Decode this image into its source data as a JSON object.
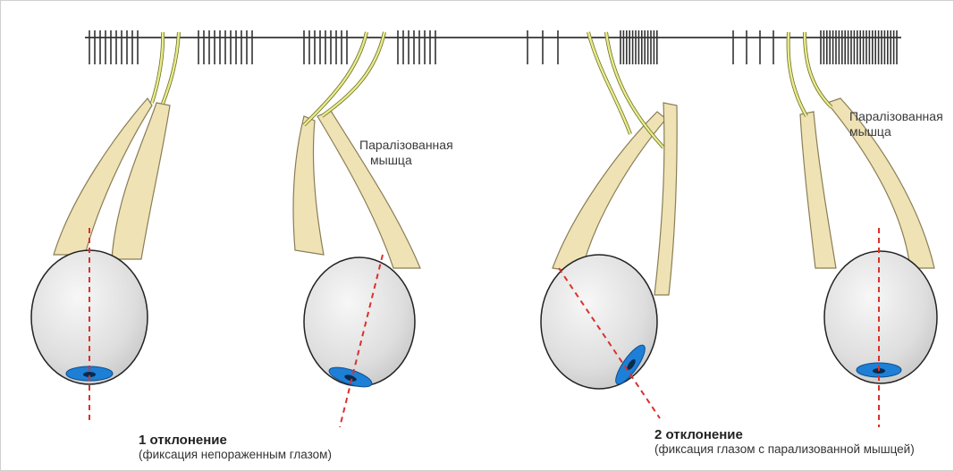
{
  "labels": {
    "paralyzed_muscle_line1": "Паралізованная",
    "paralyzed_muscle_line2": "мышца"
  },
  "captions": {
    "deviation_1_title": "1 отклонение",
    "deviation_1_subtitle": "(фиксация непораженным глазом)",
    "deviation_2_title": "2 отклонение",
    "deviation_2_subtitle": "(фиксация глазом с парализованной мышцей)"
  },
  "colors": {
    "muscle_fill": "#efe3b6",
    "muscle_stroke": "#8a7d55",
    "nerve_fill": "#e8ec8a",
    "nerve_stroke": "#6f6f2a",
    "eyeball_fill": "#e2e2e2",
    "iris": "#1e7fd6",
    "axis_line": "#d8322b",
    "impulse_line": "#333333"
  },
  "icons": [
    "eyeball-icon",
    "muscle-icon",
    "nerve-icon"
  ]
}
